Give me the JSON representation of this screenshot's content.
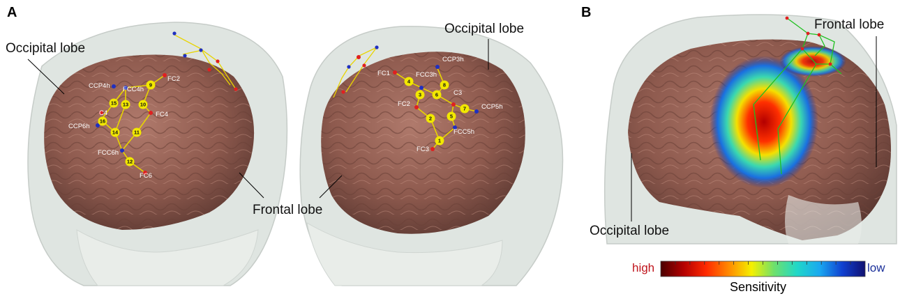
{
  "panels": {
    "a": "A",
    "b": "B"
  },
  "labels": {
    "occipital": "Occipital lobe",
    "frontal": "Frontal lobe"
  },
  "left_head": {
    "optodes": [
      "FC2",
      "CCP4h",
      "FCC4h",
      "C4",
      "FC4",
      "CCP6h",
      "FCC6h",
      "FC6"
    ],
    "channels": [
      "9",
      "15",
      "13",
      "10",
      "16",
      "14",
      "11",
      "12"
    ]
  },
  "right_head": {
    "optodes": [
      "CCP3h",
      "FC1",
      "FCC3h",
      "C3",
      "FC2",
      "CCP5h",
      "FCC5h",
      "FC3"
    ],
    "channels": [
      "8",
      "4",
      "3",
      "6",
      "7",
      "2",
      "5",
      "1"
    ]
  },
  "colorbar": {
    "high": "high",
    "low": "low",
    "title": "Sensitivity",
    "stops": [
      "#4a0000",
      "#b30000",
      "#ff2a00",
      "#ff8a00",
      "#f5f000",
      "#6de06d",
      "#20d8c8",
      "#1aa8f0",
      "#1040d0",
      "#101070"
    ]
  }
}
